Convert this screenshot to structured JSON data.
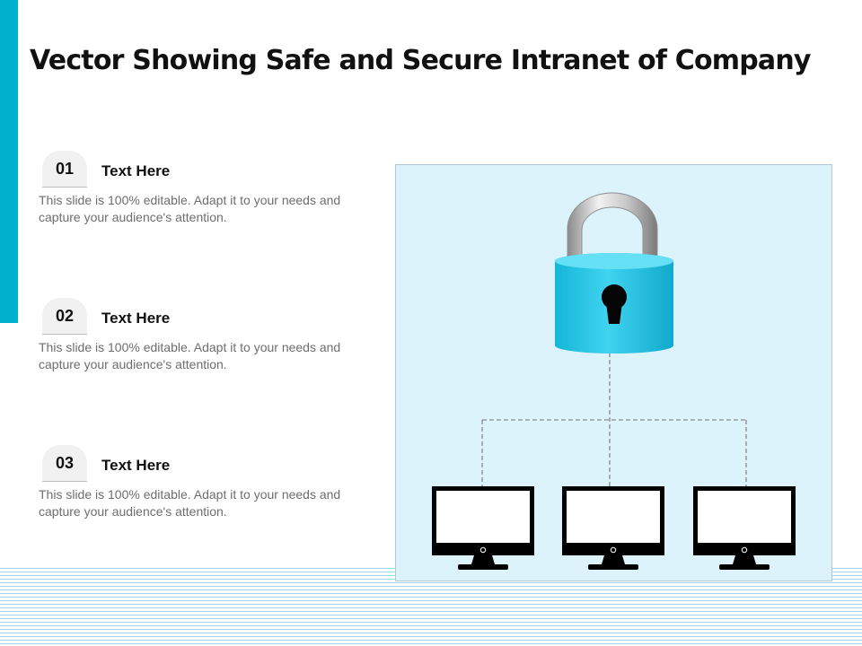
{
  "title": "Vector Showing Safe and Secure Intranet of Company",
  "colors": {
    "accent": "#00b0cc",
    "panel": "#dcf3fc",
    "lock_body": "#1fc4e4",
    "monitor": "#000000"
  },
  "items": [
    {
      "number": "01",
      "title": "Text Here",
      "description": "This slide is 100% editable. Adapt it to your needs and capture your audience's attention."
    },
    {
      "number": "02",
      "title": "Text Here",
      "description": "This slide is 100% editable. Adapt it to your needs and capture your audience's attention."
    },
    {
      "number": "03",
      "title": "Text Here",
      "description": "This slide is 100% editable. Adapt it to your needs and capture your audience's attention."
    }
  ],
  "diagram": {
    "lock_icon": "padlock-icon",
    "computers": [
      {
        "icon": "monitor-icon"
      },
      {
        "icon": "monitor-icon"
      },
      {
        "icon": "monitor-icon"
      }
    ]
  }
}
